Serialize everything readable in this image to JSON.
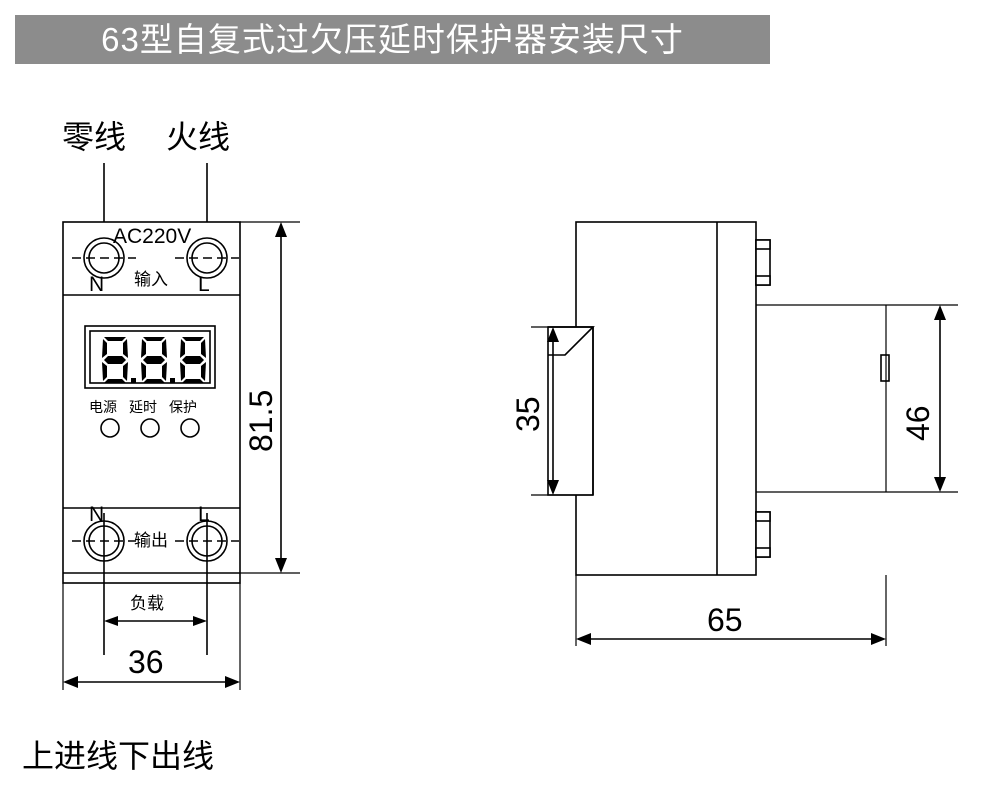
{
  "title": {
    "text": "63型自复式过欠压延时保护器安装尺寸",
    "banner_color": "#8c8c8c",
    "text_color": "#ffffff"
  },
  "caption": {
    "text": "上进线下出线"
  },
  "front_view": {
    "wire_labels": {
      "neutral": "零线",
      "live": "火线"
    },
    "input_section": {
      "voltage": "AC220V",
      "label": "输入",
      "terminal_left": "N",
      "terminal_right": "L"
    },
    "display": {
      "digits": "8.8.8"
    },
    "indicators": [
      {
        "label": "电源"
      },
      {
        "label": "延时"
      },
      {
        "label": "保护"
      }
    ],
    "output_section": {
      "label": "输出",
      "terminal_left": "N",
      "terminal_right": "L"
    },
    "load": {
      "label": "负载"
    },
    "dimensions": {
      "height": "81.5",
      "width": "36"
    }
  },
  "side_view": {
    "dimensions": {
      "rail_height": "35",
      "body_height": "46",
      "depth": "65"
    }
  }
}
